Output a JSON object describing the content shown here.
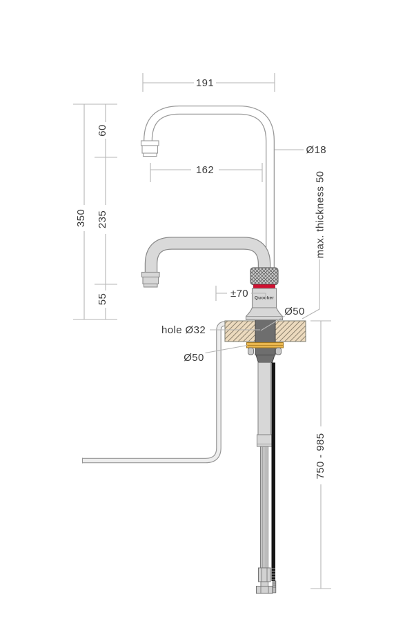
{
  "diagram": {
    "title": "faucet installation dimension drawing",
    "brand_label": "Quooker",
    "dims": {
      "spout_width": "191",
      "spout_rise": "60",
      "total_height": "350",
      "mid_height": "235",
      "base_height": "55",
      "spout_reach": "162",
      "tube_diameter": "Ø18",
      "max_thickness": "max. thickness 50",
      "swivel_offset": "±70",
      "base_diameter": "Ø50",
      "mounting_hole": "hole Ø32",
      "washer_diameter": "Ø50",
      "hose_length_range": "750 - 985"
    },
    "colors": {
      "countertop_fill": "#ecdabe",
      "countertop_hatch": "#8f8470",
      "washer_gold": "#e9b64e",
      "ring_red": "#cf1132",
      "dimension_line": "#b5b5b5",
      "text": "#3a3a3a",
      "metal_light": "#d7d7d7",
      "metal_dark": "#6e6e6e"
    }
  }
}
